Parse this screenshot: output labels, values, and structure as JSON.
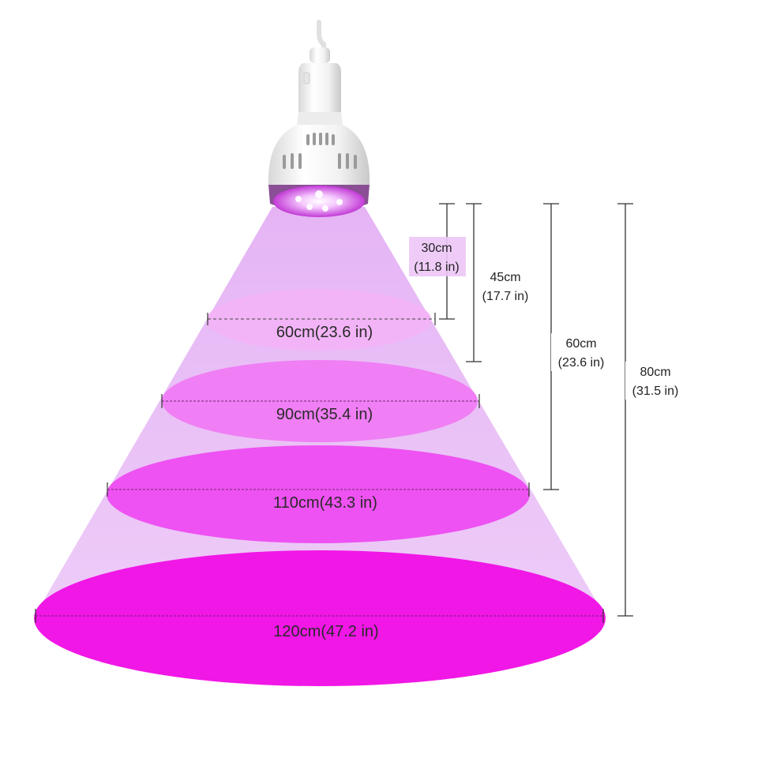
{
  "colors": {
    "beam": "#e6b4f5",
    "spot_light": "#f2b2f6",
    "spot_mid": "#f07cf4",
    "spot_strong": "#ee4ff2",
    "spot_deep": "#f117e6",
    "lamp_body": "#f3f3f3",
    "dimension_line": "#333333"
  },
  "lamp": {
    "name": "led-grow-light-bulb"
  },
  "spots": [
    {
      "label": "60cm(23.6 in)"
    },
    {
      "label": "90cm(35.4 in)"
    },
    {
      "label": "110cm(43.3 in)"
    },
    {
      "label": "120cm(47.2 in)"
    }
  ],
  "heights": [
    {
      "metric": "30cm",
      "imperial": "(11.8 in)"
    },
    {
      "metric": "45cm",
      "imperial": "(17.7 in)"
    },
    {
      "metric": "60cm",
      "imperial": "(23.6 in)"
    },
    {
      "metric": "80cm",
      "imperial": "(31.5 in)"
    }
  ]
}
